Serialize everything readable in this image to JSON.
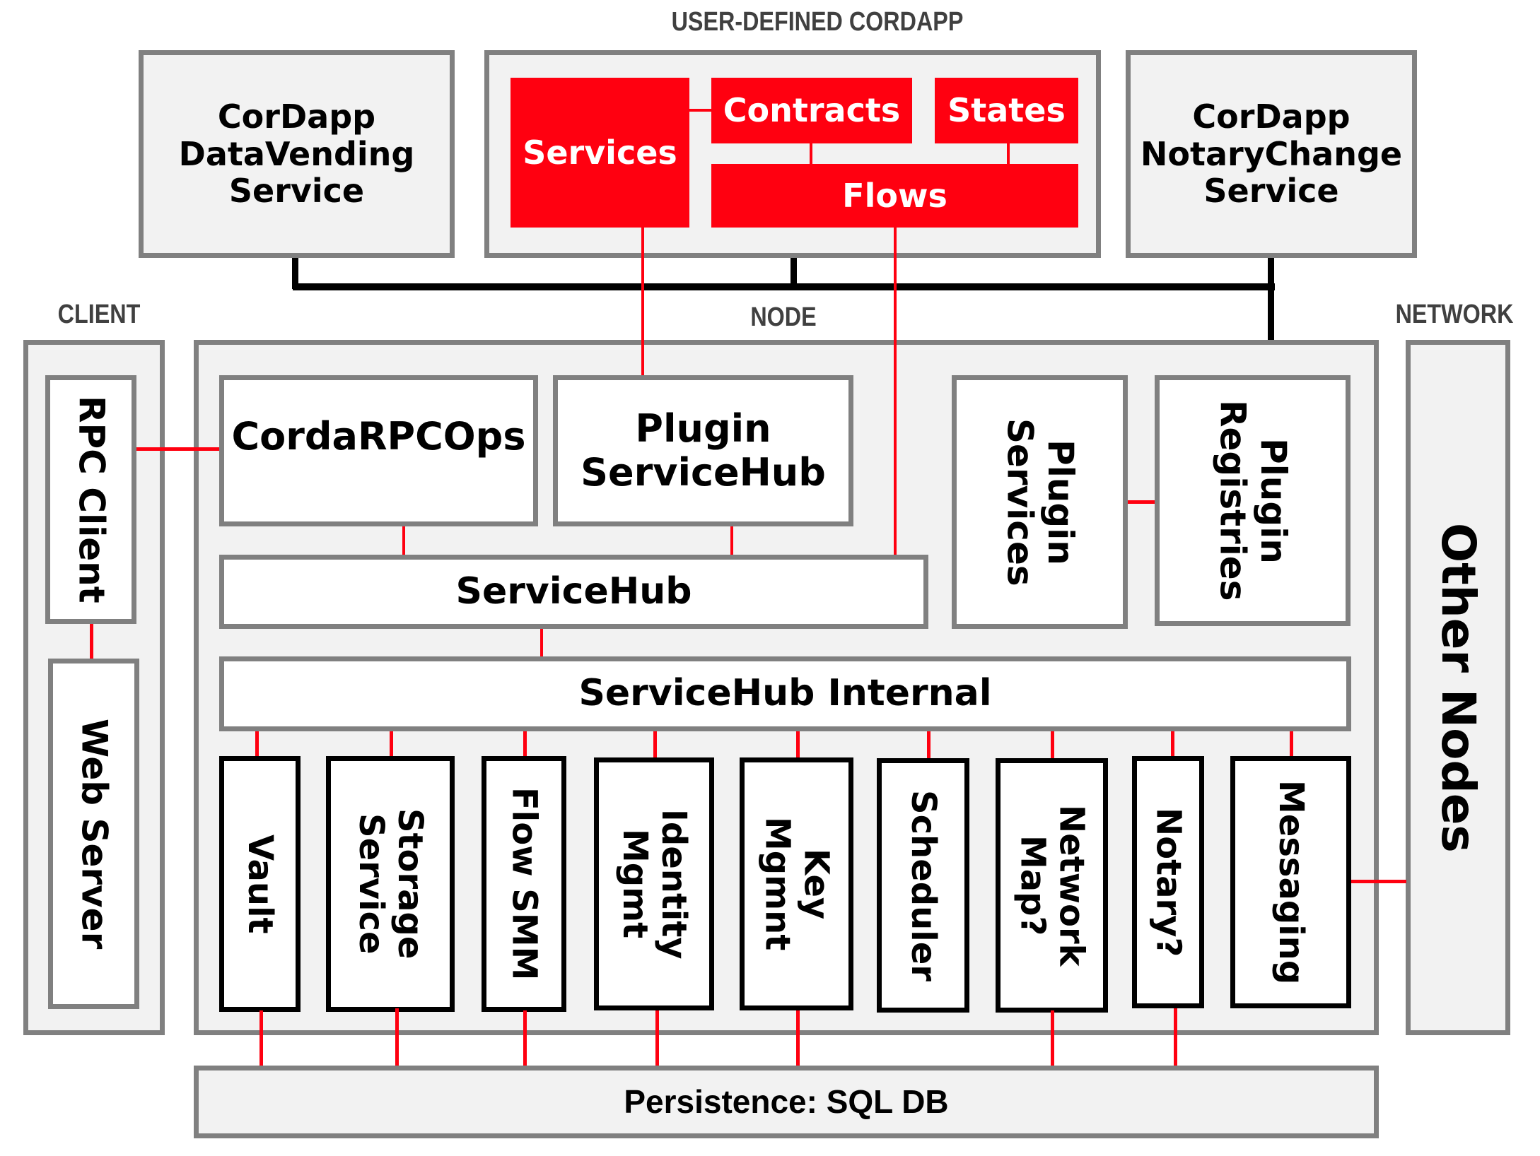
{
  "sections": {
    "cordapp": "USER-DEFINED CORDAPP",
    "client": "CLIENT",
    "node": "NODE",
    "network": "NETWORK"
  },
  "cordapps": {
    "data_vending": "CorDapp\nDataVending\nService",
    "notary_change": "CorDapp\nNotaryChange\nService"
  },
  "user_cordapp": {
    "services": "Services",
    "contracts": "Contracts",
    "states": "States",
    "flows": "Flows"
  },
  "client": {
    "rpc_client": "RPC Client",
    "web_server": "Web Server"
  },
  "node": {
    "corda_rpc_ops": "CordaRPCOps",
    "plugin_service_hub": "Plugin\nServiceHub",
    "service_hub": "ServiceHub",
    "plugin_services": "Plugin\nServices",
    "plugin_registries": "Plugin\nRegistries",
    "service_hub_internal": "ServiceHub Internal",
    "components": [
      {
        "label": "Vault"
      },
      {
        "label": "Storage\nService"
      },
      {
        "label": "Flow SMM"
      },
      {
        "label": "Identity\nMgmt"
      },
      {
        "label": "Key\nMgmnt"
      },
      {
        "label": "Scheduler"
      },
      {
        "label": "Network\nMap?"
      },
      {
        "label": "Notary?"
      },
      {
        "label": "Messaging"
      }
    ]
  },
  "network": {
    "other_nodes": "Other Nodes"
  },
  "persistence": "Persistence: SQL DB",
  "colors": {
    "accent_red": "#ff0010",
    "box_border": "#808080",
    "box_fill": "#f2f2f2",
    "section_label": "#404040"
  }
}
